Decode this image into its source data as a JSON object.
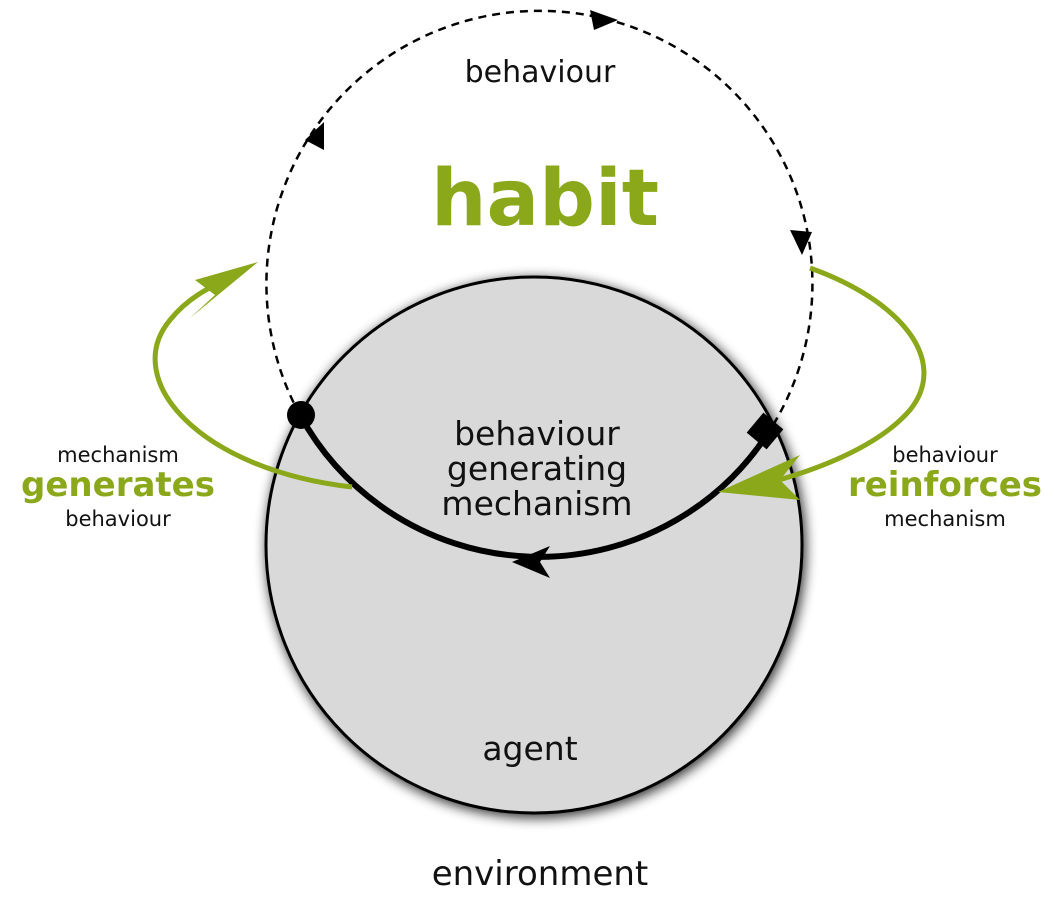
{
  "title": "habit",
  "loop_label": "behaviour",
  "inner_label": [
    "behaviour",
    "generating",
    "mechanism"
  ],
  "agent_label": "agent",
  "environment_label": "environment",
  "left_annotation": {
    "top": "mechanism",
    "verb": "generates",
    "bottom": "behaviour"
  },
  "right_annotation": {
    "top": "behaviour",
    "verb": "reinforces",
    "bottom": "mechanism"
  },
  "colors": {
    "accent": "#8aa81a",
    "agent_fill": "#d9d9d9",
    "ink": "#000000"
  }
}
